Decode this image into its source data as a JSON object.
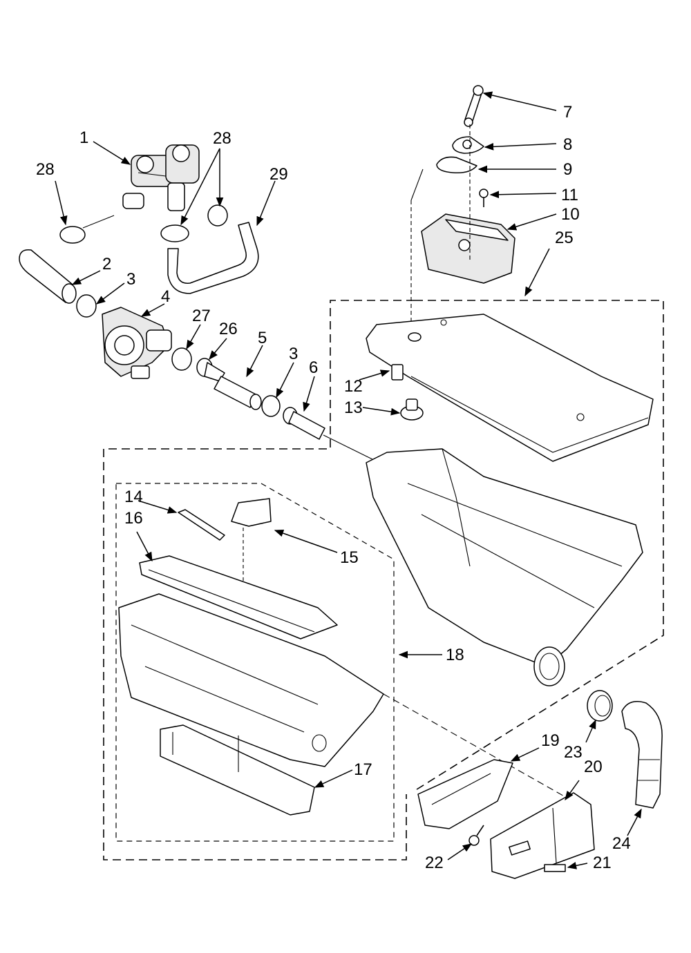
{
  "callouts": {
    "c1": "1",
    "c2": "2",
    "c3a": "3",
    "c3b": "3",
    "c4": "4",
    "c5": "5",
    "c6": "6",
    "c7": "7",
    "c8": "8",
    "c9": "9",
    "c10": "10",
    "c11": "11",
    "c12": "12",
    "c13": "13",
    "c14": "14",
    "c15": "15",
    "c16": "16",
    "c17": "17",
    "c18": "18",
    "c19": "19",
    "c20": "20",
    "c21": "21",
    "c22": "22",
    "c23": "23",
    "c24": "24",
    "c25": "25",
    "c26": "26",
    "c27": "27",
    "c28a": "28",
    "c28b": "28",
    "c29": "29"
  }
}
